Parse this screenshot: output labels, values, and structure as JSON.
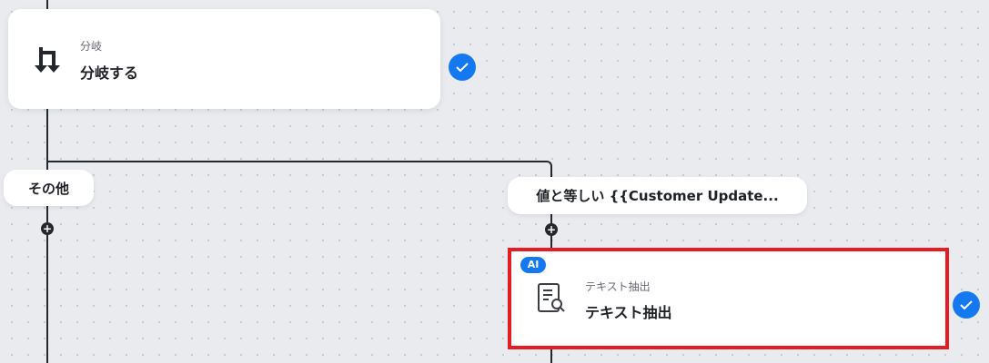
{
  "branch_node": {
    "subtitle": "分岐",
    "title": "分岐する",
    "icon": "branch-icon",
    "status": "completed"
  },
  "branches": [
    {
      "label": "その他"
    },
    {
      "label": "値と等しい {{Customer Update..."
    }
  ],
  "extract_node": {
    "badge": "AI",
    "subtitle": "テキスト抽出",
    "title": "テキスト抽出",
    "icon": "document-search-icon",
    "status": "completed",
    "highlighted": true
  },
  "colors": {
    "accent": "#1479f0",
    "highlight": "#e51c23",
    "line": "#24272d"
  }
}
